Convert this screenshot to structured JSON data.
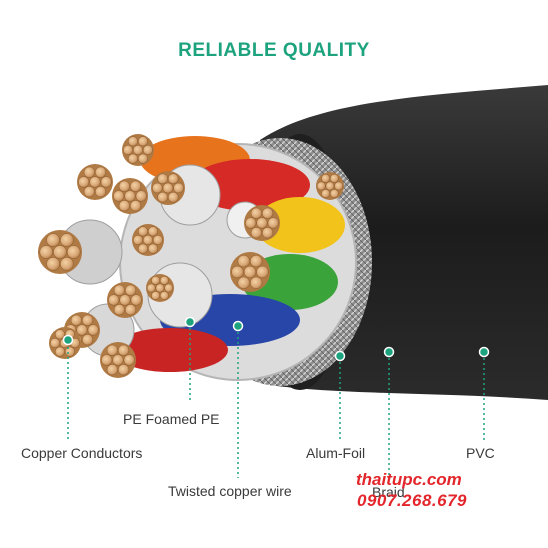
{
  "title": "RELIABLE QUALITY",
  "labels": {
    "pe_foamed": "PE Foamed PE",
    "copper_conductors": "Copper Conductors",
    "twisted_wire": "Twisted copper wire",
    "alum_foil": "Alum-Foil",
    "braid": "Braid",
    "pvc": "PVC"
  },
  "watermark": {
    "site": "thaitupc.com",
    "phone": "0907.268.679"
  },
  "colors": {
    "accent": "#1ea37f",
    "text": "#3a3a3a",
    "watermark": "#e3262b",
    "jacket": "#222222",
    "copper": "#d9a878"
  },
  "wire_colors": [
    "#e8731d",
    "#d62a26",
    "#f2c31a",
    "#3aa33a",
    "#2846a8",
    "#c82424"
  ]
}
